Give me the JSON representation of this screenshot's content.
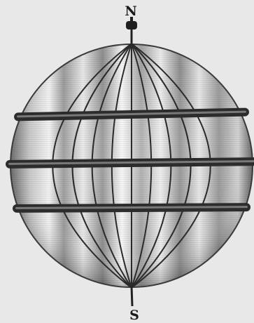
{
  "figure": {
    "north_label": "N",
    "south_label": "S",
    "meridian_count": 9,
    "parallel_count": 3,
    "colors": {
      "background": "#e8e8e8",
      "sphere_light": "#f4f4f4",
      "sphere_mid": "#a8a8a8",
      "sphere_dark": "#5a5a5a",
      "lines": "#2a2a2a"
    }
  }
}
